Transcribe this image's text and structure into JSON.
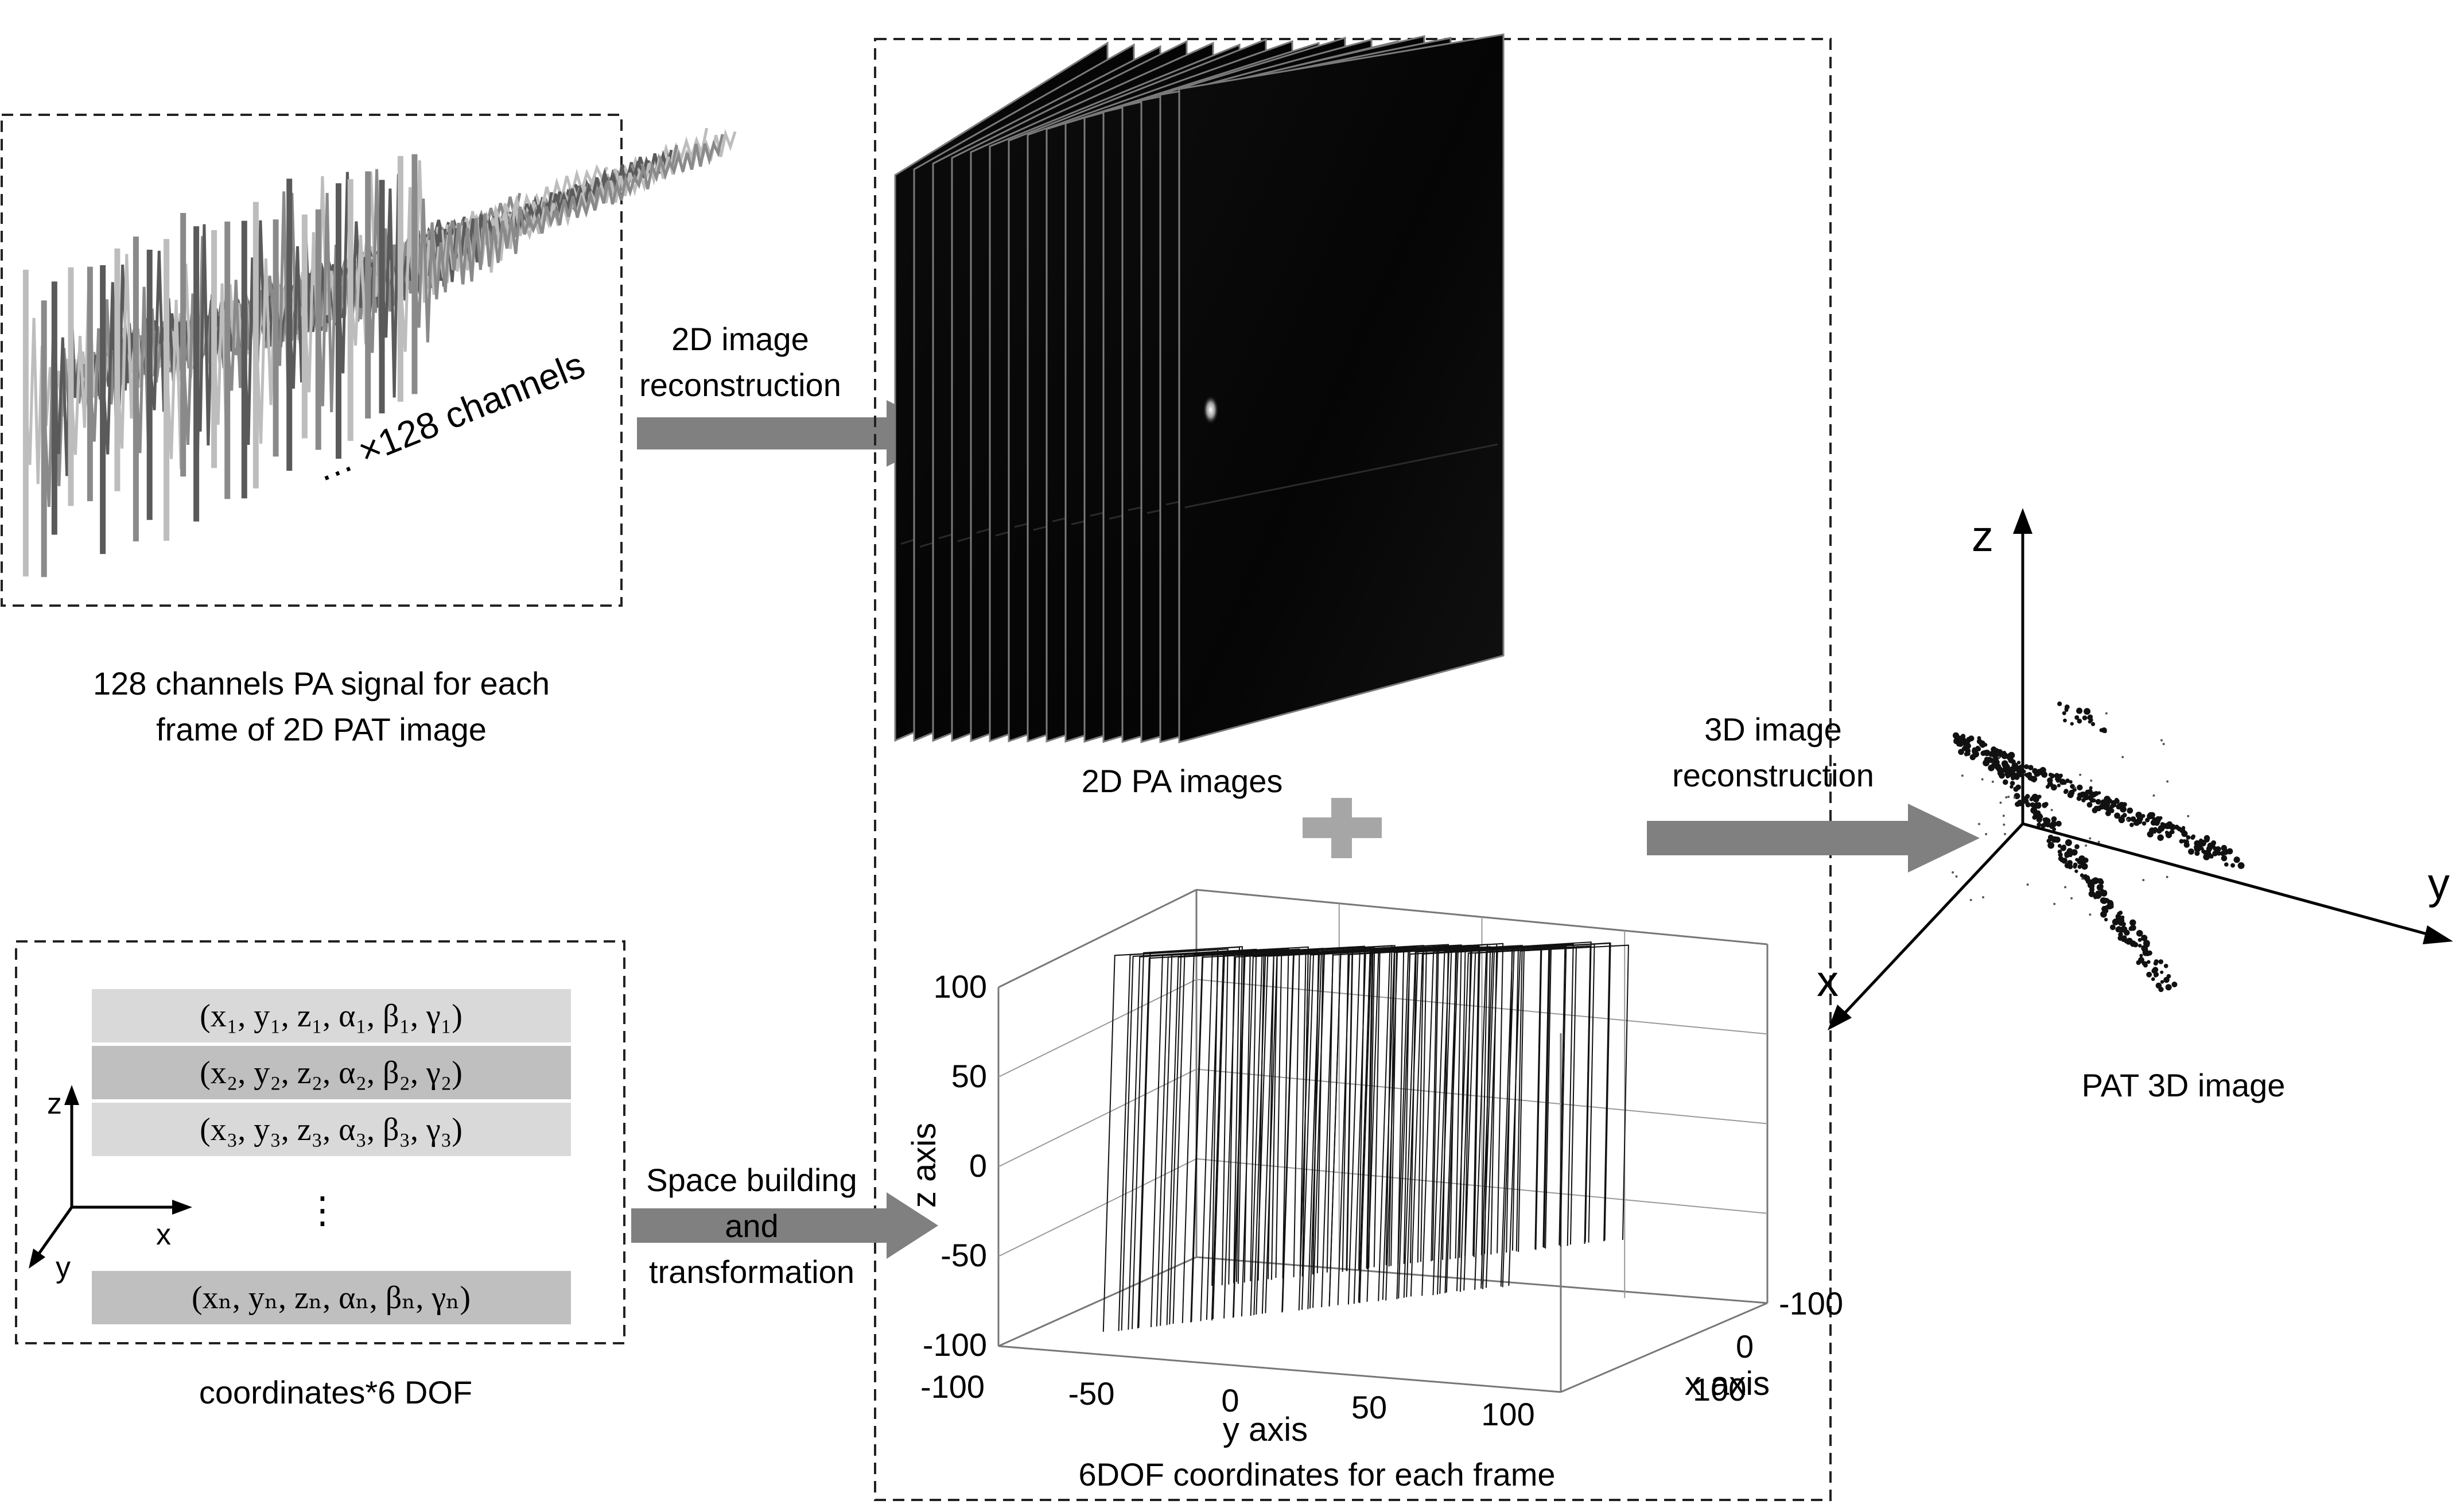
{
  "signals": {
    "caption_line1": "128 channels PA signal for each",
    "caption_line2": "frame of 2D PAT image",
    "channels_note": "… ×128 channels"
  },
  "coords": {
    "rows": [
      "(x₁, y₁, z₁, α₁, β₁, γ₁)",
      "(x₂, y₂, z₂, α₂, β₂, γ₂)",
      "(x₃, y₃, z₃, α₃, β₃, γ₃)",
      "(xₙ, yₙ, zₙ, αₙ, βₙ, γₙ)"
    ],
    "ellipsis": "⋮",
    "axis_z": "z",
    "axis_x": "x",
    "axis_y": "y",
    "caption": "coordinates*6 DOF"
  },
  "arrows": {
    "recon2d_line1": "2D image",
    "recon2d_line2": "reconstruction",
    "space_line1": "Space building",
    "space_line2": "and",
    "space_line3": "transformation",
    "recon3d_line1": "3D image",
    "recon3d_line2": "reconstruction"
  },
  "stack": {
    "caption": "2D PA images",
    "plus": "+"
  },
  "plot3d": {
    "caption": "6DOF coordinates for each frame",
    "z_ticks": [
      "100",
      "50",
      "0",
      "-50",
      "-100"
    ],
    "y_ticks": [
      "-100",
      "-50",
      "0",
      "50",
      "100"
    ],
    "x_ticks": [
      "-100",
      "0",
      "100"
    ],
    "zlabel": "z axis",
    "ylabel": "y axis",
    "xlabel": "x axis"
  },
  "result": {
    "axis_z": "z",
    "axis_y": "y",
    "axis_x": "x",
    "caption": "PAT 3D image"
  },
  "colors": {
    "arrow": "#808080",
    "signal_light": "#bdbdbd",
    "signal_mid": "#8a8a8a",
    "signal_dark": "#5a5a5a",
    "row_light": "#d9d9d9",
    "row_dark": "#bfbfbf"
  }
}
